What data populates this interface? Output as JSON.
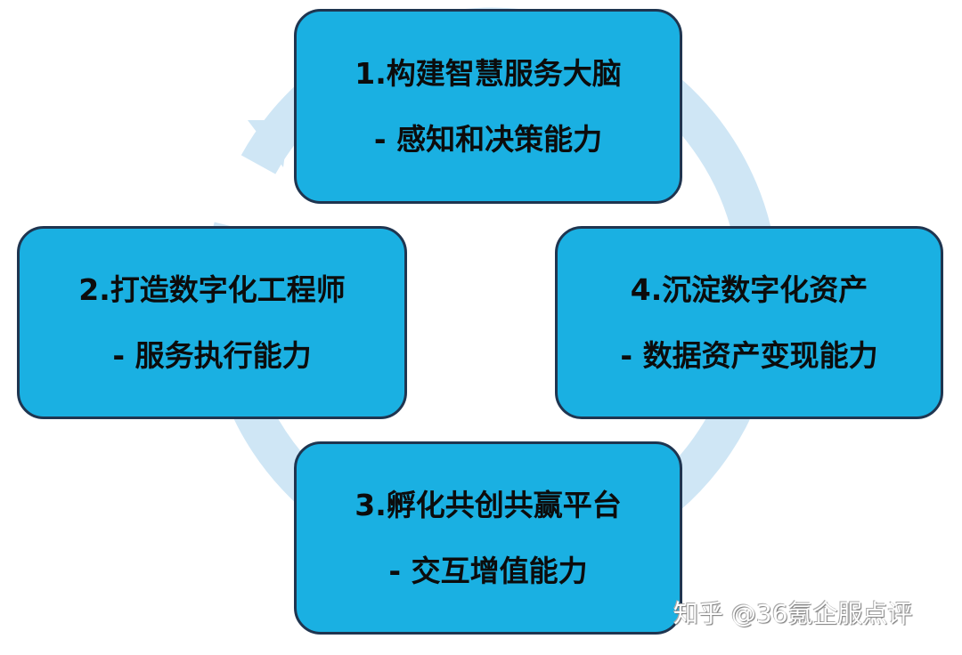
{
  "diagram": {
    "type": "cycle",
    "colors": {
      "box_fill": "#1ab0e2",
      "box_border": "#1f3550",
      "ring": "#cfe6f5",
      "text": "#0c0c0c"
    },
    "steps": [
      {
        "id": 1,
        "title": "1.构建智慧服务大脑",
        "subtitle": "- 感知和决策能力",
        "position": "top"
      },
      {
        "id": 2,
        "title": "2.打造数字化工程师",
        "subtitle": "- 服务执行能力",
        "position": "left"
      },
      {
        "id": 3,
        "title": "3.孵化共创共赢平台",
        "subtitle": "- 交互增值能力",
        "position": "bottom"
      },
      {
        "id": 4,
        "title": "4.沉淀数字化资产",
        "subtitle": "- 数据资产变现能力",
        "position": "right"
      }
    ],
    "flow_direction": "counter-clockwise",
    "arrow_icon": "cycle-arrow"
  },
  "watermark": "知乎 @36氪企服点评"
}
